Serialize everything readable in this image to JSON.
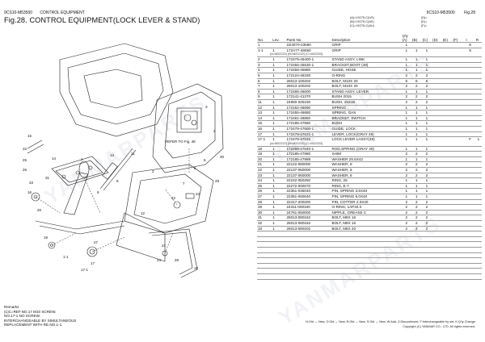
{
  "header": {
    "left_code": "9CS10-M53500",
    "left_title": "CONTROL EQUIPMENT",
    "right_code": "9CS10-M53500",
    "right_fig": "Fig.28",
    "fig_title": "Fig.28.  CONTROL EQUIPMENT(LOCK LEVER & STAND)"
  },
  "serial_legend": {
    "a": "(A)=VIO75-C(US)",
    "b": "(B)=VIO75-C(AS)",
    "c": "(C)=VIO75-C(AU)",
    "d": "(D)=",
    "e": "(E)=",
    "f": "(F)="
  },
  "table": {
    "headers": {
      "no": "No.",
      "lev": "Lev.",
      "part": "Parts No.",
      "desc": "Description",
      "qty": "Q'ty",
      "qa": "(A)",
      "qb": "(B)",
      "qc": "(C)",
      "qd": "(D)",
      "qe": "(E)",
      "qf": "(F)",
      "i": "I",
      "r": "R"
    },
    "rows": [
      {
        "no": "1",
        "lev": "",
        "part": "1D4070-23580",
        "desc": "GRIP",
        "a": "1",
        "b": "",
        "c": "",
        "d": "",
        "e": "",
        "f": "",
        "i": "S",
        "r": ""
      },
      {
        "no": "1-1",
        "lev": "1",
        "part": "172A77-46050",
        "desc": "GRIP",
        "a": "1",
        "b": "1",
        "c": "1",
        "d": "",
        "e": "",
        "f": "",
        "i": "S",
        "r": ""
      },
      {
        "note": "(A=M22222)          (B=M22222)          (C=M22222)"
      },
      {
        "no": "2",
        "lev": "1",
        "part": "172479-45400-1",
        "desc": "STAND ASSY, LINK",
        "a": "1",
        "b": "1",
        "c": "1",
        "d": "",
        "e": "",
        "f": "",
        "i": "",
        "r": ""
      },
      {
        "no": "3",
        "lev": "1",
        "part": "172455-45530-1",
        "desc": "BRACKET,BOOT  (49)",
        "a": "1",
        "b": "1",
        "c": "1",
        "d": "",
        "e": "",
        "f": "",
        "i": "",
        "r": ""
      },
      {
        "no": "4",
        "lev": "1",
        "part": "172458-45880",
        "desc": "GUIDE, HOSE",
        "a": "1",
        "b": "1",
        "c": "1",
        "d": "",
        "e": "",
        "f": "",
        "i": "",
        "r": ""
      },
      {
        "no": "5",
        "lev": "1",
        "part": "172124-46330",
        "desc": "O-RING",
        "a": "2",
        "b": "2",
        "c": "2",
        "d": "",
        "e": "",
        "f": "",
        "i": "",
        "r": ""
      },
      {
        "no": "6",
        "lev": "1",
        "part": "26013-100202",
        "desc": "BOLT, M10X 20",
        "a": "6",
        "b": "6",
        "c": "6",
        "d": "",
        "e": "",
        "f": "",
        "i": "",
        "r": ""
      },
      {
        "no": "7",
        "lev": "1",
        "part": "26013-100202",
        "desc": "BOLT, M10X 20",
        "a": "2",
        "b": "2",
        "c": "2",
        "d": "",
        "e": "",
        "f": "",
        "i": "",
        "r": ""
      },
      {
        "no": "8",
        "lev": "1",
        "part": "172465-46600",
        "desc": "STAND ASSY, LEVER",
        "a": "1",
        "b": "1",
        "c": "1",
        "d": "",
        "e": "",
        "f": "",
        "i": "",
        "r": ""
      },
      {
        "no": "9",
        "lev": "1",
        "part": "172141-41370",
        "desc": "BUSH 2015",
        "a": "2",
        "b": "2",
        "c": "2",
        "d": "",
        "e": "",
        "f": "",
        "i": "",
        "r": ""
      },
      {
        "no": "11",
        "lev": "1",
        "part": "24550-025150",
        "desc": "BUSH, 25X15",
        "a": "2",
        "b": "2",
        "c": "2",
        "d": "",
        "e": "",
        "f": "",
        "i": "",
        "r": ""
      },
      {
        "no": "12",
        "lev": "1",
        "part": "172162-46690",
        "desc": "SPRING",
        "a": "1",
        "b": "1",
        "c": "1",
        "d": "",
        "e": "",
        "f": "",
        "i": "",
        "r": ""
      },
      {
        "no": "13",
        "lev": "1",
        "part": "172455-46880",
        "desc": "SPRING, GAS",
        "a": "1",
        "b": "1",
        "c": "1",
        "d": "",
        "e": "",
        "f": "",
        "i": "",
        "r": ""
      },
      {
        "no": "14",
        "lev": "1",
        "part": "172461-46850",
        "desc": "BRACKET, SWITCH",
        "a": "1",
        "b": "1",
        "c": "1",
        "d": "",
        "e": "",
        "f": "",
        "i": "",
        "r": ""
      },
      {
        "no": "15",
        "lev": "1",
        "part": "172185-47550",
        "desc": "BUSH",
        "a": "1",
        "b": "1",
        "c": "1",
        "d": "",
        "e": "",
        "f": "",
        "i": "",
        "r": ""
      },
      {
        "no": "16",
        "lev": "1",
        "part": "172478-47600-1",
        "desc": "GUIDE, LOCK",
        "a": "1",
        "b": "1",
        "c": "1",
        "d": "",
        "e": "",
        "f": "",
        "i": "",
        "r": ""
      },
      {
        "no": "17",
        "lev": "1",
        "part": "172478-47621-1",
        "desc": "LEVER, LOCK(GRAY 49)",
        "a": "1",
        "b": "1",
        "c": "1",
        "d": "",
        "e": "",
        "f": "",
        "i": "",
        "r": ""
      },
      {
        "no": "17-1",
        "lev": "1",
        "part": "172478-47622",
        "desc": "LOCK LEVER LASSY(49)",
        "a": "1",
        "b": "1",
        "c": "1",
        "d": "",
        "e": "",
        "f": "",
        "i": "F",
        "r": "1"
      },
      {
        "note": "(A=M22222)          (B=M22222)          (C=M22222)"
      },
      {
        "no": "18",
        "lev": "1",
        "part": "172458-47640-1",
        "desc": "ROD,SPRING (GRAY 49)",
        "a": "1",
        "b": "1",
        "c": "1",
        "d": "",
        "e": "",
        "f": "",
        "i": "",
        "r": ""
      },
      {
        "no": "19",
        "lev": "1",
        "part": "172185-47980",
        "desc": "SHIM",
        "a": "2",
        "b": "2",
        "c": "2",
        "d": "",
        "e": "",
        "f": "",
        "i": "",
        "r": ""
      },
      {
        "no": "20",
        "lev": "1",
        "part": "172185-47989",
        "desc": "WASHER 25.5X42",
        "a": "1",
        "b": "1",
        "c": "1",
        "d": "",
        "e": "",
        "f": "",
        "i": "",
        "r": ""
      },
      {
        "no": "21",
        "lev": "1",
        "part": "22122-080000",
        "desc": "WASHER, 8",
        "a": "2",
        "b": "2",
        "c": "2",
        "d": "",
        "e": "",
        "f": "",
        "i": "",
        "r": ""
      },
      {
        "no": "22",
        "lev": "1",
        "part": "22137-060000",
        "desc": "WASHER, 6",
        "a": "2",
        "b": "2",
        "c": "2",
        "d": "",
        "e": "",
        "f": "",
        "i": "",
        "r": ""
      },
      {
        "no": "23",
        "lev": "1",
        "part": "22137-060000",
        "desc": "WASHER, 6",
        "a": "2",
        "b": "2",
        "c": "2",
        "d": "",
        "e": "",
        "f": "",
        "i": "",
        "r": ""
      },
      {
        "no": "24",
        "lev": "1",
        "part": "22242-050250",
        "desc": "RING, 25",
        "a": "1",
        "b": "1",
        "c": "1",
        "d": "",
        "e": "",
        "f": "",
        "i": "",
        "r": ""
      },
      {
        "no": "25",
        "lev": "1",
        "part": "22272-000070",
        "desc": "RING, E-7",
        "a": "1",
        "b": "1",
        "c": "1",
        "d": "",
        "e": "",
        "f": "",
        "i": "",
        "r": ""
      },
      {
        "no": "26",
        "lev": "1",
        "part": "22351-035040",
        "desc": "PIN, SPRING 3.5X40",
        "a": "1",
        "b": "1",
        "c": "1",
        "d": "",
        "e": "",
        "f": "",
        "i": "",
        "r": ""
      },
      {
        "no": "27",
        "lev": "1",
        "part": "22351-060040",
        "desc": "PIN, SPRING 6.0X40",
        "a": "1",
        "b": "1",
        "c": "1",
        "d": "",
        "e": "",
        "f": "",
        "i": "",
        "r": ""
      },
      {
        "no": "28",
        "lev": "1",
        "part": "22417-200200",
        "desc": "PIN, COTTER 2.0X20",
        "a": "2",
        "b": "2",
        "c": "2",
        "d": "",
        "e": "",
        "f": "",
        "i": "",
        "r": ""
      },
      {
        "no": "29",
        "lev": "1",
        "part": "24311-000340",
        "desc": "O-RING, 1AP34.0",
        "a": "2",
        "b": "2",
        "c": "2",
        "d": "",
        "e": "",
        "f": "",
        "i": "",
        "r": ""
      },
      {
        "no": "30",
        "lev": "1",
        "part": "24761-050000",
        "desc": "NIPPLE, GREASE C",
        "a": "2",
        "b": "2",
        "c": "2",
        "d": "",
        "e": "",
        "f": "",
        "i": "",
        "r": ""
      },
      {
        "no": "31",
        "lev": "1",
        "part": "26013-080162",
        "desc": "BOLT, M8X 16",
        "a": "2",
        "b": "2",
        "c": "2",
        "d": "",
        "e": "",
        "f": "",
        "i": "",
        "r": ""
      },
      {
        "no": "32",
        "lev": "1",
        "part": "26013-080162",
        "desc": "BOLT, M8X 16",
        "a": "2",
        "b": "2",
        "c": "2",
        "d": "",
        "e": "",
        "f": "",
        "i": "",
        "r": ""
      },
      {
        "no": "33",
        "lev": "1",
        "part": "26013-080202",
        "desc": "BOLT, M8X 20",
        "a": "2",
        "b": "2",
        "c": "2",
        "d": "",
        "e": "",
        "f": "",
        "i": "",
        "r": ""
      }
    ],
    "blank_rows": 10
  },
  "diagram": {
    "refer_note": "REFER TO Fig. 48",
    "callouts": [
      "1",
      "1-1",
      "2",
      "3",
      "4",
      "5",
      "6",
      "7",
      "8",
      "9",
      "11",
      "12",
      "13",
      "14",
      "15",
      "16",
      "17",
      "17-1",
      "18",
      "19",
      "20",
      "21",
      "22",
      "23",
      "24",
      "25",
      "26",
      "27",
      "28",
      "29",
      "30",
      "31",
      "32",
      "33"
    ]
  },
  "remarks": {
    "title": "Remarks",
    "lines": [
      "(1)C=REF.NO.17 M10 SCREW.",
      "NO.17-1 NO SCREW.",
      "INTERCHANGEABLE BY SIMULTANEOUS",
      "REPLACEMENT WITH RE.NO.1-1."
    ]
  },
  "footer": {
    "legend": "N:Old  →  New, O:Old  →  New, R:Old  →  New, S:Old  →  New, W:Add, Z:Discontinued, F:Interchangeable by set, K:Q'ty Change",
    "copyright": "Copyright (C)  YANMAR CO., LTD. All rights reserved."
  },
  "watermark": "YANMARPARTS"
}
